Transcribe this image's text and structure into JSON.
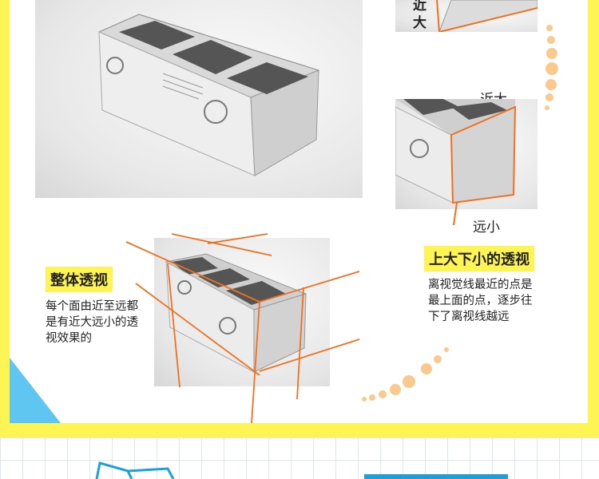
{
  "labels": {
    "near_big_top": "近大",
    "near_big": "近大",
    "far_small": "远小",
    "overall_perspective": "整体透视",
    "overall_desc": "每个面由近至远都是有近大远小的透视效果的",
    "top_big_bottom_small": "上大下小的透视",
    "tb_desc": "离视觉线最近的点是最上面的点，逐步往下了离视线越远"
  },
  "icons": [
    "dot-decoration",
    "stamp-icon"
  ],
  "colors": {
    "accent_yellow": "#fef453",
    "sky_blue": "#5fc6f2",
    "orange_line": "#f0701e",
    "dot_orange": "#fbc98e"
  }
}
